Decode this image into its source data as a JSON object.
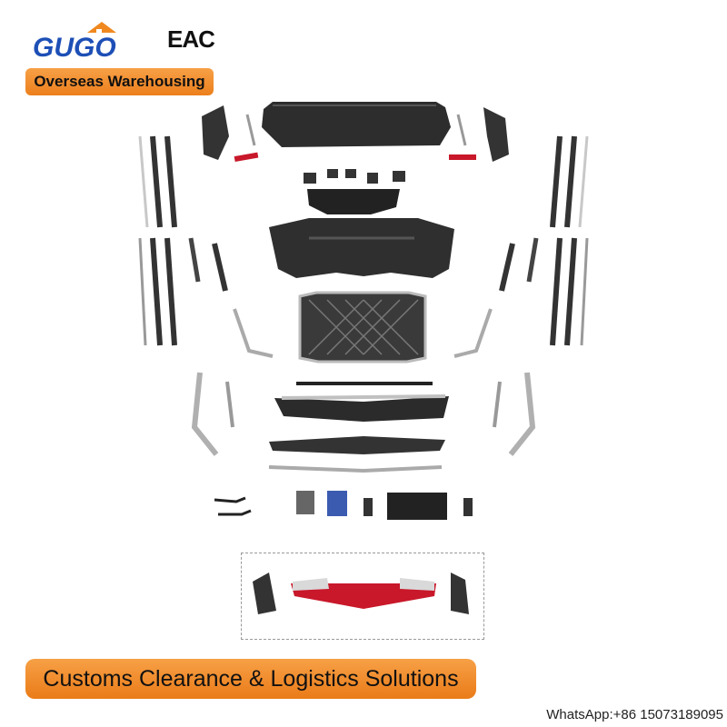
{
  "brand": {
    "logo_text": "GUGO",
    "cert_mark": "EAC"
  },
  "badges": {
    "top": "Overseas Warehousing",
    "bottom": "Customs Clearance & Logistics Solutions"
  },
  "contact": {
    "whatsapp": "WhatsApp:+86 15073189095"
  },
  "colors": {
    "brand_blue": "#1d4fb6",
    "badge_orange": "#f0881f",
    "part_black": "#2a2a2a",
    "chrome": "#b9bcc0",
    "tail_red": "#c8182a"
  }
}
